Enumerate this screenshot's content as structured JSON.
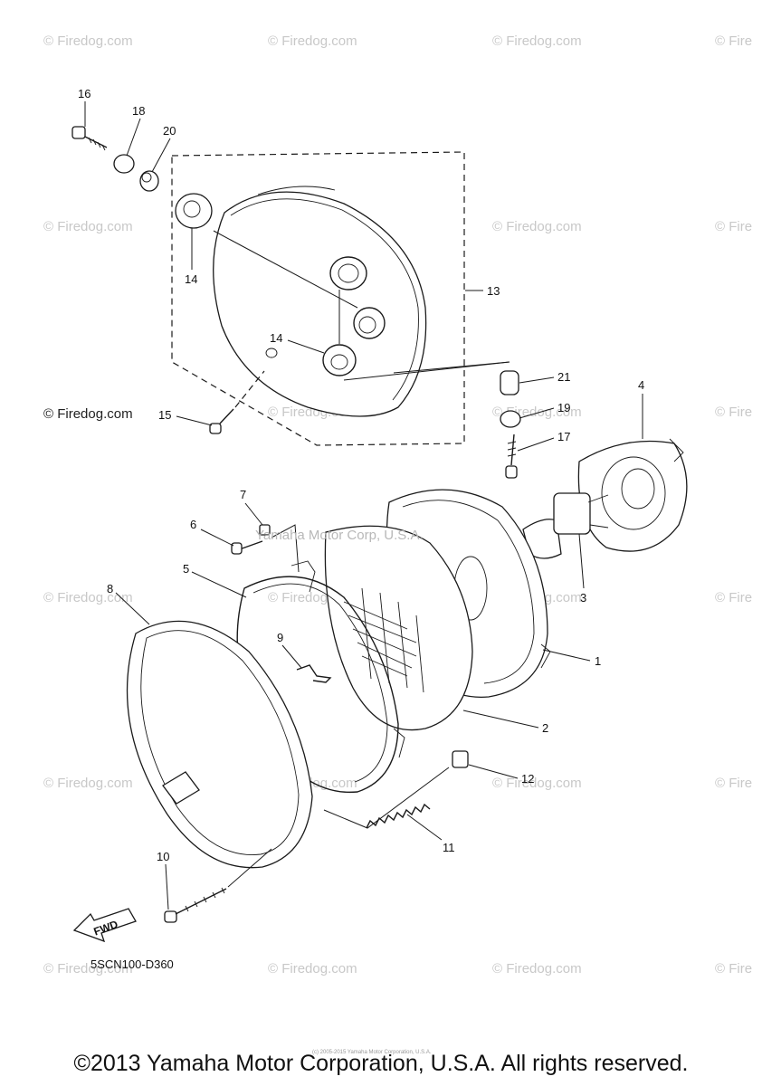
{
  "diagram": {
    "code": "5SCN100-D360",
    "fwd_label": "FWD",
    "corp_watermark": "Yamaha Motor Corp, U.S.A.",
    "small_print": "(c) 2005-2015 Yamaha Motor Corporation, U.S.A.",
    "copyright": "©2013 Yamaha Motor Corporation, U.S.A. All rights reserved.",
    "watermark_text": "© Firedog.com",
    "watermark_corner": "© Fire",
    "callouts": {
      "c1": "1",
      "c2": "2",
      "c3": "3",
      "c4": "4",
      "c5": "5",
      "c6": "6",
      "c7": "7",
      "c8": "8",
      "c9": "9",
      "c10": "10",
      "c11": "11",
      "c12": "12",
      "c13": "13",
      "c14a": "14",
      "c14b": "14",
      "c15": "15",
      "c16": "16",
      "c17": "17",
      "c18": "18",
      "c19": "19",
      "c20": "20",
      "c21": "21"
    }
  }
}
